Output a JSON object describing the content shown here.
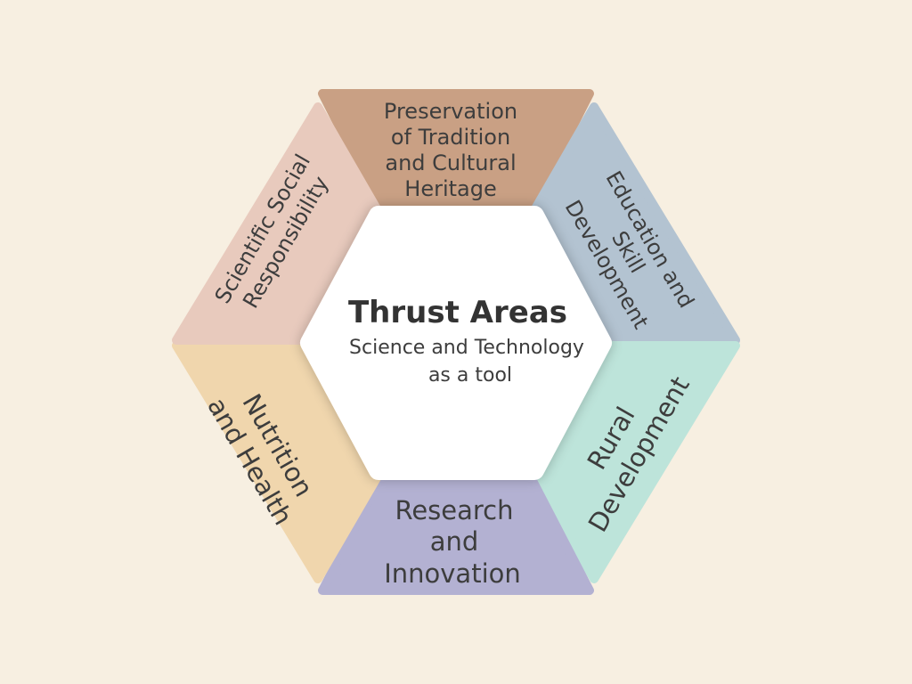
{
  "center": {
    "title": "Thrust Areas",
    "subtitle_line1": "Science and Technology",
    "subtitle_line2": "as a tool"
  },
  "segments": {
    "top": {
      "lines": [
        "Preservation",
        "of Tradition",
        "and Cultural",
        "Heritage"
      ],
      "color": "#c9a084"
    },
    "upper_right": {
      "lines": [
        "Education and",
        "Skill",
        "Development"
      ],
      "color": "#b3c3d1"
    },
    "lower_right": {
      "lines": [
        "Rural",
        "Development"
      ],
      "color": "#bde4da"
    },
    "bottom": {
      "lines": [
        "Research",
        "and",
        "Innovation"
      ],
      "color": "#b3b1d2"
    },
    "lower_left": {
      "lines": [
        "Nutrition",
        "and Health"
      ],
      "color": "#f0d6ad"
    },
    "upper_left": {
      "lines": [
        "Scientific Social",
        "Responsibility"
      ],
      "color": "#e8cabd"
    }
  },
  "colors": {
    "background": "#f7efe1",
    "center_fill": "#ffffff",
    "text": "#3d3d3d"
  }
}
